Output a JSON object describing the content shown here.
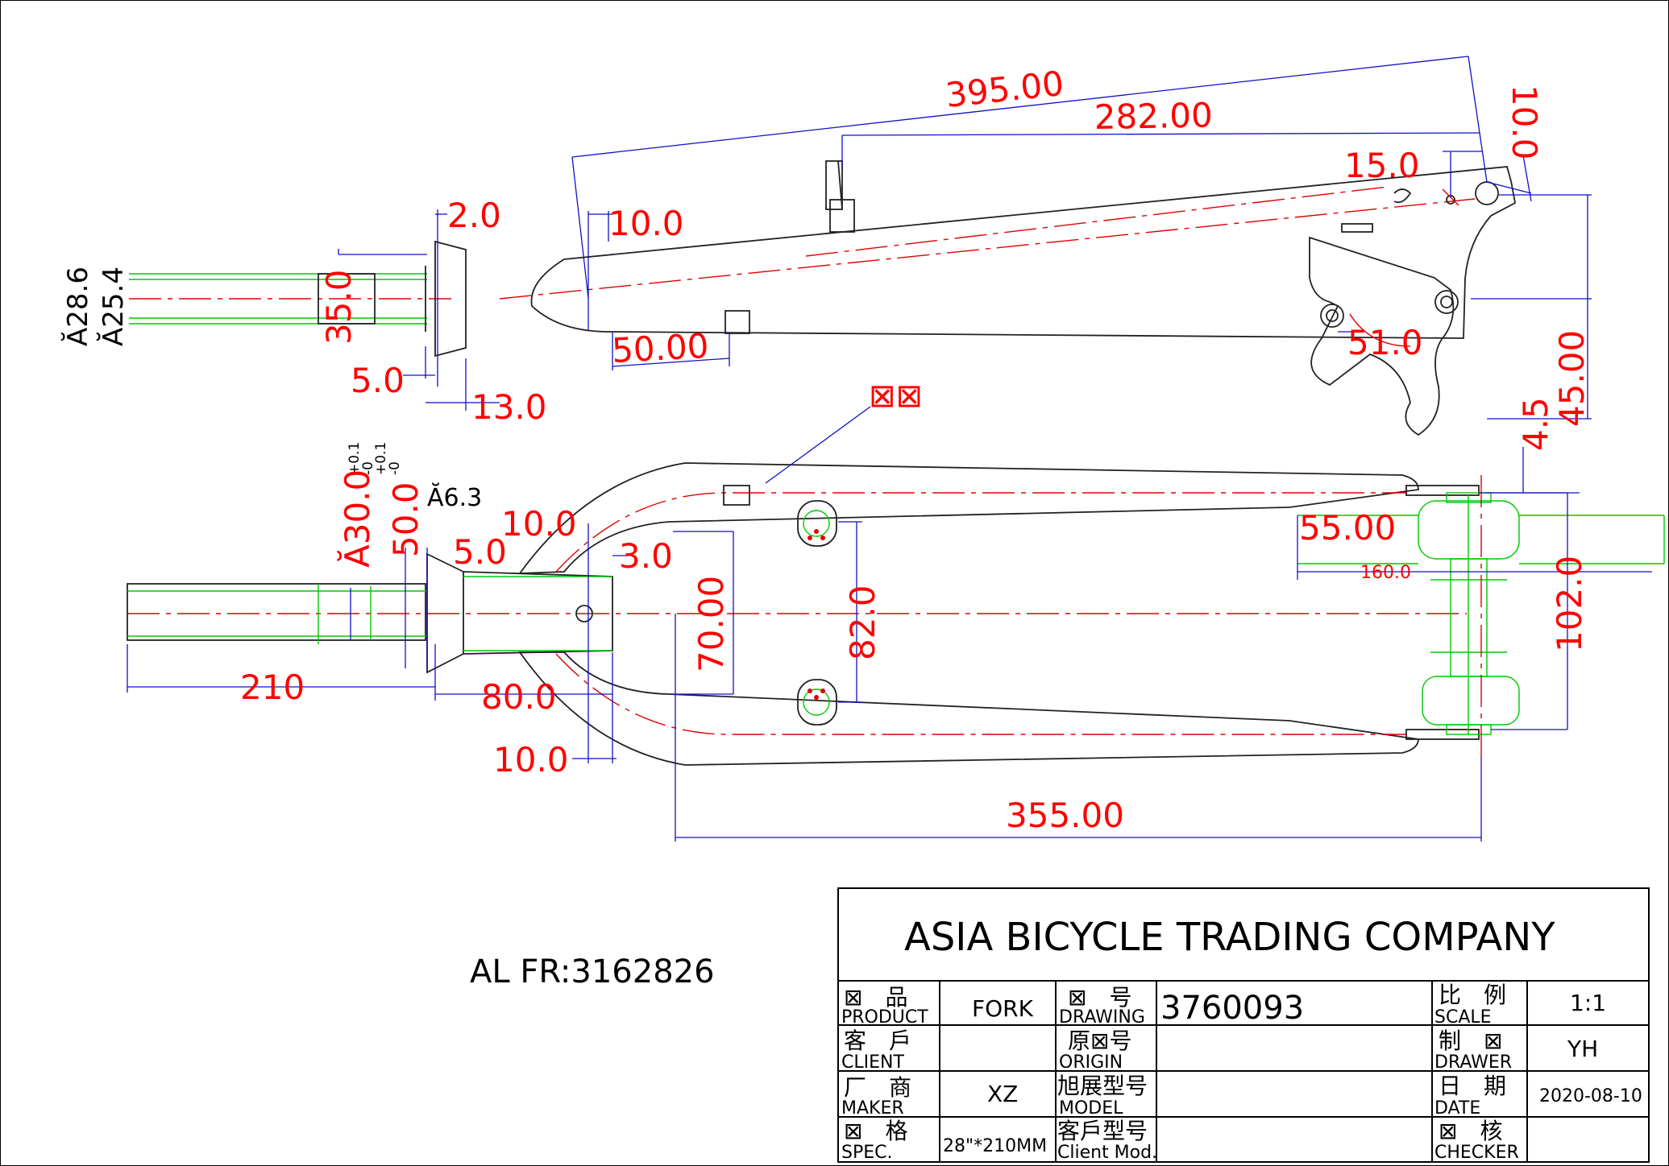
{
  "dims": {
    "d395": "395.00",
    "d282": "282.00",
    "d10_top": "10.0",
    "d15": "15.0",
    "d2": "2.0",
    "d10_a": "10.0",
    "dia286": "Ă28.6",
    "dia254": "Ă25.4",
    "d35": "35.0",
    "d50_00": "50.00",
    "d5_a": "5.0",
    "d13": "13.0",
    "d51": "51.0",
    "d45": "45.00",
    "d45b": "4.5",
    "tol_a": "+0.1",
    "tol_b": "-0",
    "tol_c": "+0.1",
    "tol_d": "-0",
    "dia30": "Ă30.0",
    "d50_0": "50.0",
    "dia63": "Ă6.3",
    "d10_b": "10.0",
    "d5_b": "5.0",
    "d3": "3.0",
    "d55": "55.00",
    "d160": "160.0",
    "d70": "70.00",
    "d82": "82.0",
    "d102": "102.0",
    "d210": "210",
    "d80": "80.0",
    "d10_c": "10.0",
    "d355": "355.00",
    "weld_symbol": "⊠⊠"
  },
  "part_note": "AL FR:3162826",
  "title_block": {
    "company": "ASIA BICYCLE TRADING COMPANY",
    "rows": [
      {
        "label_cn": "⊠　品",
        "label_en": "PRODUCT",
        "value": "FORK",
        "label2_cn": "⊠　号",
        "label2_en": "DRAWING",
        "value2": "3760093",
        "label3_cn": "比　例",
        "label3_en": "SCALE",
        "value3": "1:1"
      },
      {
        "label_cn": "客　戶",
        "label_en": "CLIENT",
        "value": "",
        "label2_cn": "原⊠号",
        "label2_en": "ORIGIN",
        "value2": "",
        "label3_cn": "制　⊠",
        "label3_en": "DRAWER",
        "value3": "YH"
      },
      {
        "label_cn": "厂　商",
        "label_en": "MAKER",
        "value": "XZ",
        "label2_cn": "旭展型号",
        "label2_en": "MODEL",
        "value2": "",
        "label3_cn": "日　期",
        "label3_en": "DATE",
        "value3": "2020-08-10"
      },
      {
        "label_cn": "⊠　格",
        "label_en": "SPEC.",
        "value": "28\"*210MM",
        "label2_cn": "客戶型号",
        "label2_en": "Client Mod.",
        "value2": "",
        "label3_cn": "⊠　核",
        "label3_en": "CHECKER",
        "value3": ""
      }
    ]
  }
}
